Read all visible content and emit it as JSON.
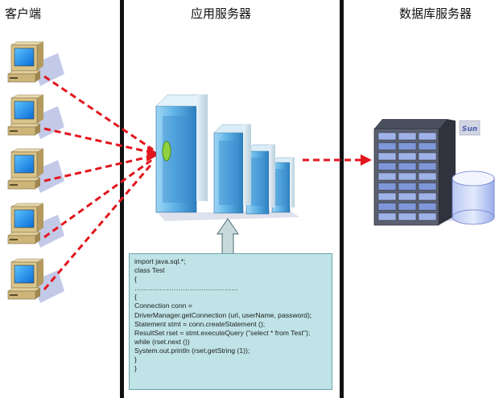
{
  "columns": {
    "client": "客户端",
    "app_server": "应用服务器",
    "db_server": "数据库服务器"
  },
  "code_lines": [
    "import java.sql.*;",
    "class Test",
    "{",
    "………………………………………",
    "{",
    "Connection conn =",
    "DriverManager.getConnection (url, userName, password);",
    "Statement stmt = conn.createStatement ();",
    "ResultSet rset = stmt.executeQuery (\"select * from Test\");",
    "while (rset.next ())",
    "System.out.println (rset.getString (1));",
    "}",
    "}"
  ],
  "db_logo_text": "Sun",
  "colors": {
    "arrow": "#e3161e",
    "divider": "#111111",
    "code_bg": "#bfe3e6",
    "server_blue": "#5fb3e6",
    "shadow": "#a7b4e0"
  },
  "icons": [
    "client-computer-icon",
    "app-server-icon",
    "db-server-icon",
    "database-cylinder-icon",
    "up-arrow-icon"
  ]
}
